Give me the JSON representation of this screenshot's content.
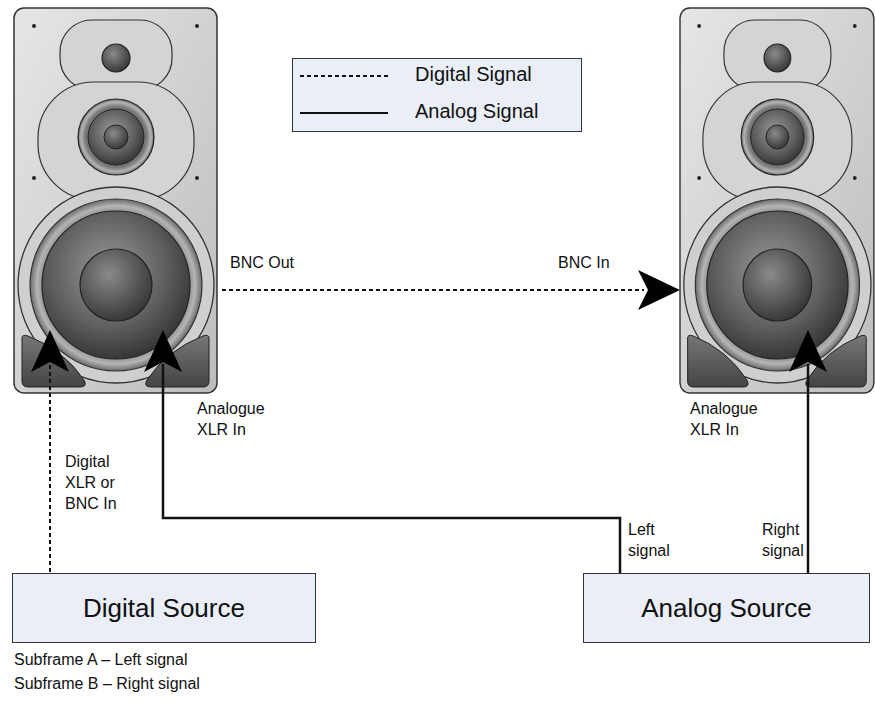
{
  "diagram": {
    "nodes": [
      {
        "text": [
          "Digital Source"
        ]
      },
      {
        "text": [
          "Analog Source"
        ]
      }
    ],
    "labels": [
      "BNC Out",
      "BNC In",
      "Digital XLR or BNC In",
      "Analogue XLR In",
      "Analogue XLR In",
      "Left signal",
      "Right signal",
      "Subframe A – Left signal",
      "Subframe B – Right signal"
    ],
    "legend": [
      {
        "text": "Digital Signal"
      },
      {
        "text": "Analog Signal"
      }
    ]
  }
}
